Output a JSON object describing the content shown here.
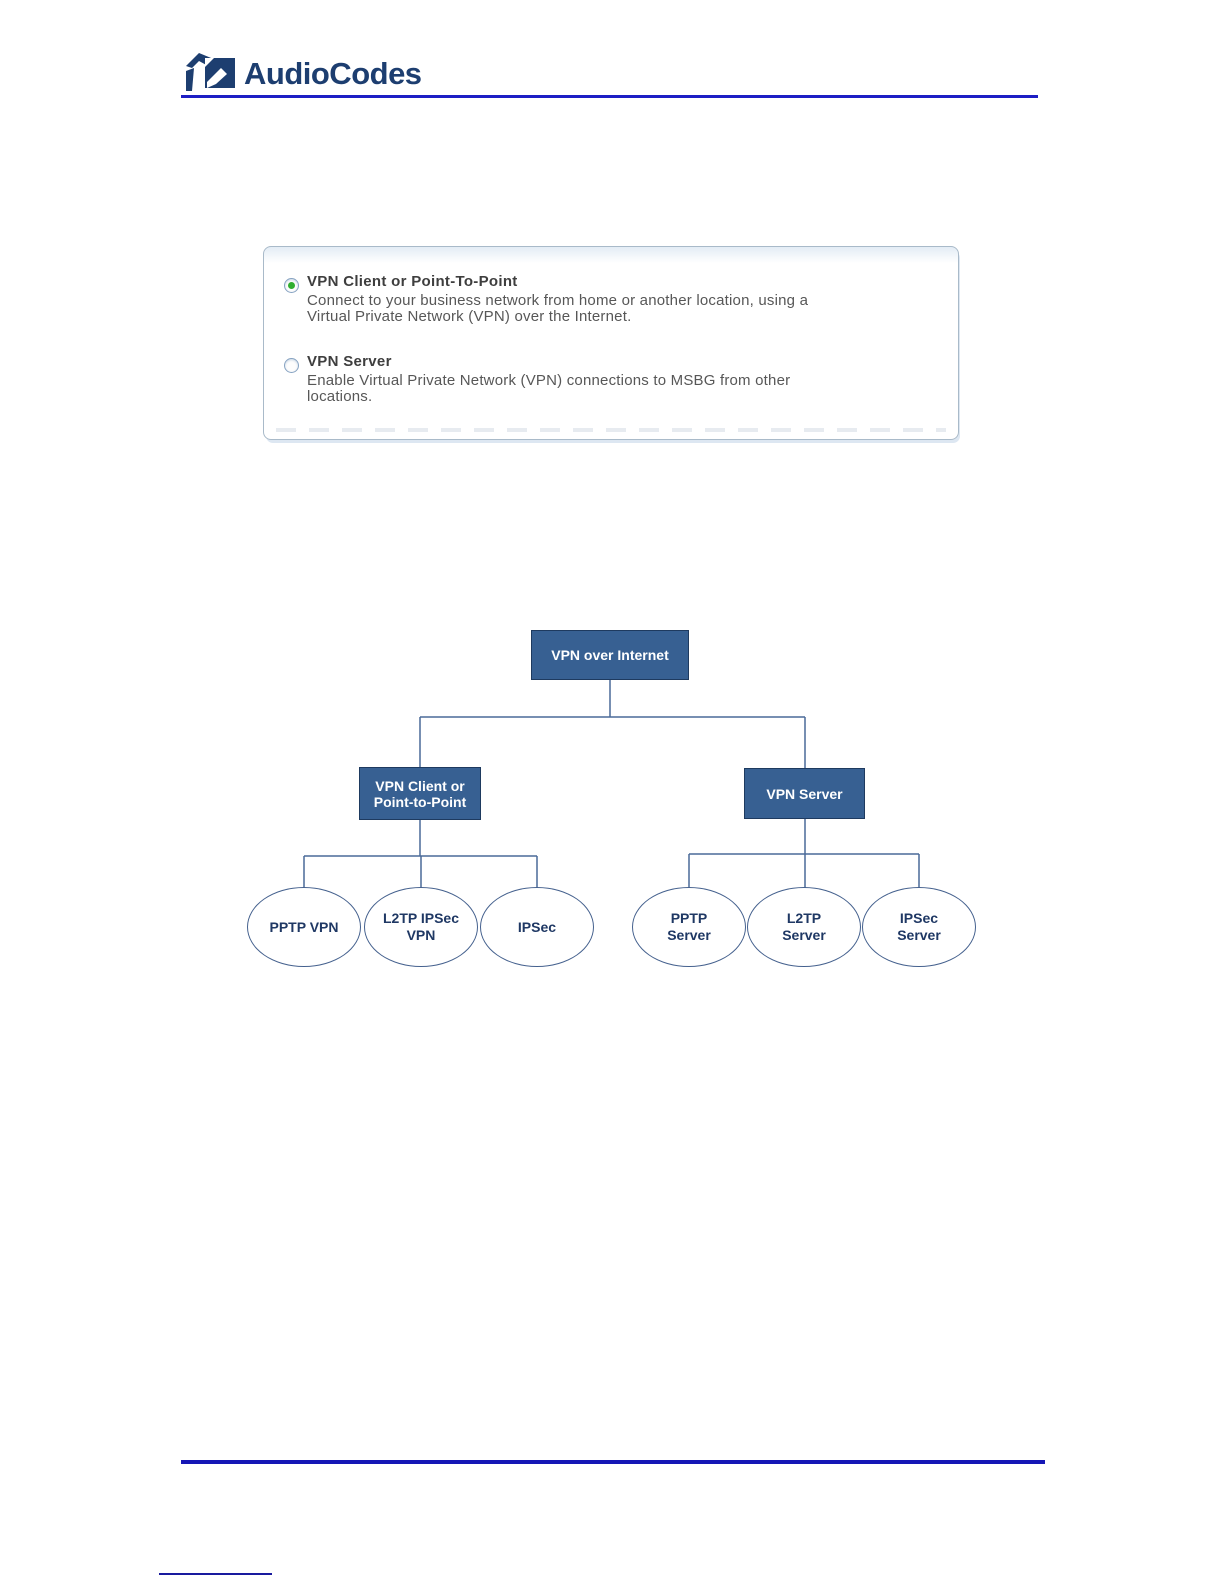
{
  "brand": {
    "name": "AudioCodes"
  },
  "screenshot_panel": {
    "options": [
      {
        "title": "VPN Client or Point-To-Point",
        "lines": [
          "Connect to your business network from home or another location, using a",
          "Virtual Private Network (VPN) over the Internet."
        ],
        "selected": true
      },
      {
        "title": "VPN Server",
        "lines": [
          "Enable Virtual Private Network (VPN) connections to MSBG from other",
          "locations."
        ],
        "selected": false
      }
    ]
  },
  "diagram": {
    "root": {
      "lines": [
        "VPN over Internet"
      ]
    },
    "level2": [
      {
        "lines": [
          "VPN Client or",
          "Point-to-Point"
        ]
      },
      {
        "lines": [
          "VPN Server"
        ]
      }
    ],
    "leaves": [
      {
        "lines": [
          "PPTP VPN"
        ]
      },
      {
        "lines": [
          "L2TP IPSec",
          "VPN"
        ]
      },
      {
        "lines": [
          "IPSec"
        ]
      },
      {
        "lines": [
          "PPTP",
          "Server"
        ]
      },
      {
        "lines": [
          "L2TP",
          "Server"
        ]
      },
      {
        "lines": [
          "IPSec",
          "Server"
        ]
      }
    ]
  },
  "colors": {
    "brand_navy": "#1d3e70",
    "rule_blue": "#1d1ec4",
    "node_fill": "#376092",
    "node_border": "#1e3a5f",
    "connector": "#4a6a99",
    "ellipse_border": "#45618e",
    "ellipse_text": "#1f3864",
    "radio_selected_dot": "#2fae2f"
  }
}
